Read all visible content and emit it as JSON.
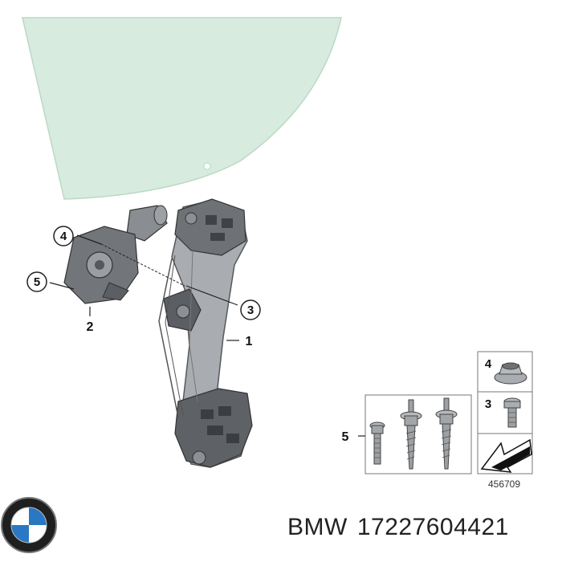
{
  "diagram": {
    "callouts": {
      "c4": "4",
      "c5": "5",
      "c3": "3"
    },
    "labels": {
      "l2": "2",
      "l1": "1",
      "l5": "5"
    },
    "inset": {
      "n4": "4",
      "n3": "3",
      "ref_number": "456709"
    }
  },
  "footer": {
    "brand": "BMW",
    "part_number": "17227604421"
  },
  "colors": {
    "glass": "#d7ebdf",
    "glass_edge": "#bcd8c6",
    "metal": "#a9acb0",
    "dark_part": "#55585c",
    "callout_stroke": "#222222"
  }
}
